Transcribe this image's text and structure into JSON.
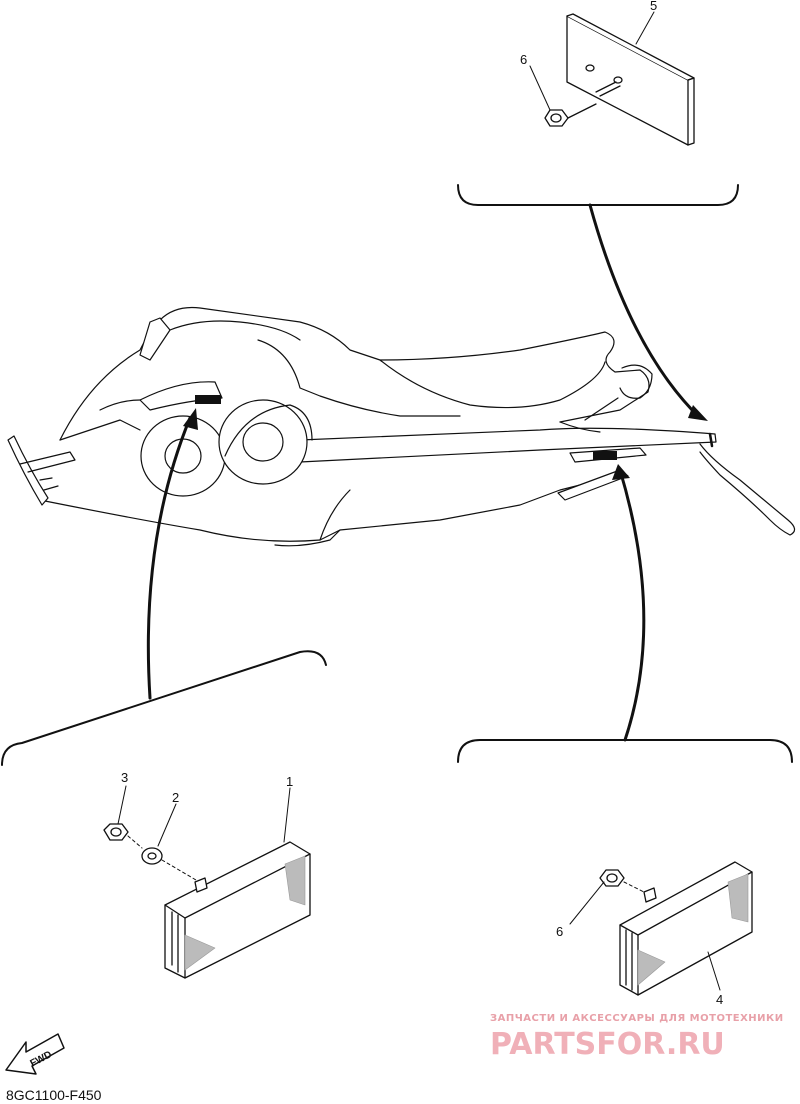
{
  "callouts": {
    "c1": "1",
    "c2": "2",
    "c3": "3",
    "c4": "4",
    "c5": "5",
    "c6_top": "6",
    "c6_bottom": "6"
  },
  "fwd_label": "FWD",
  "diagram_code": "8GC1100-F450",
  "watermark": {
    "tagline": "ЗАПЧАСТИ И АКСЕССУАРЫ ДЛЯ МОТОТЕХНИКИ",
    "brand": "PARTSFOR.RU",
    "color": "#e8a0a8"
  }
}
